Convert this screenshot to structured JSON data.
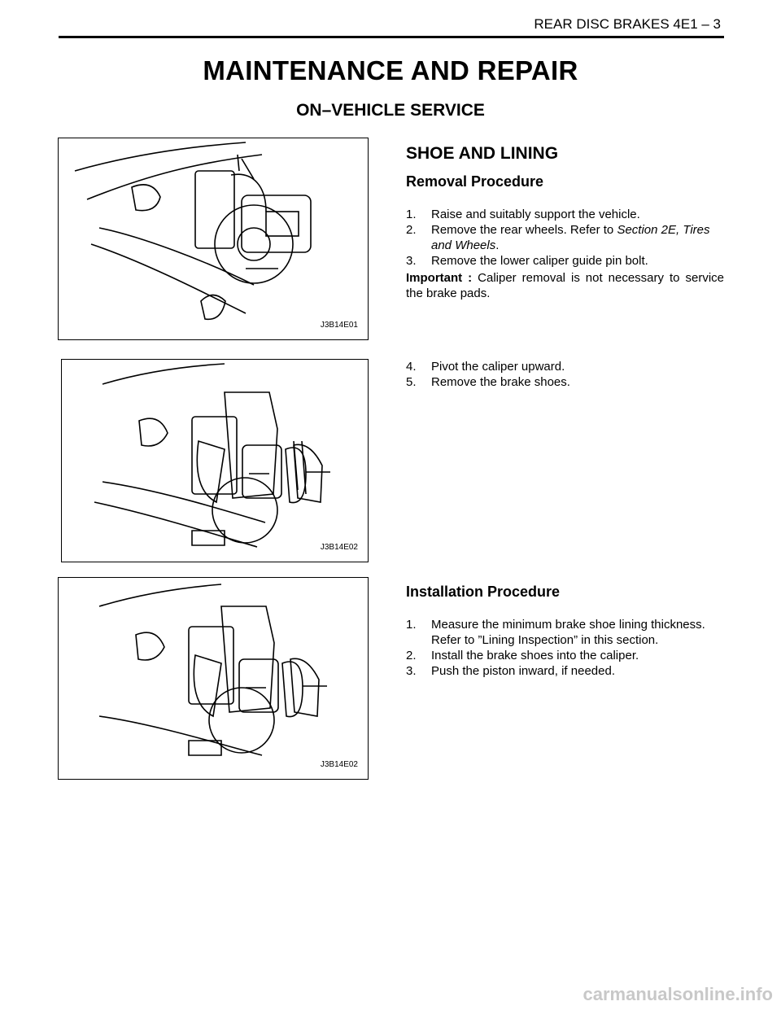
{
  "header": {
    "running_title": "REAR DISC BRAKES  4E1 – 3"
  },
  "title": "MAINTENANCE AND REPAIR",
  "subtitle": "ON–VEHICLE SERVICE",
  "section": {
    "heading": "SHOE AND LINING",
    "removal": {
      "heading": "Removal Procedure",
      "steps": [
        {
          "num": "1.",
          "text": "Raise and suitably support the vehicle."
        },
        {
          "num": "2.",
          "text": "Remove the rear wheels. Refer to ",
          "ref": "Section 2E, Tires and Wheels",
          "end": "."
        },
        {
          "num": "3.",
          "text": "Remove the lower caliper guide pin bolt."
        }
      ],
      "note_label": "Important :",
      "note_text": " Caliper removal is not necessary to service the brake pads.",
      "steps2": [
        {
          "num": "4.",
          "text": "Pivot the caliper upward."
        },
        {
          "num": "5.",
          "text": "Remove the brake shoes."
        }
      ]
    },
    "installation": {
      "heading": "Installation Procedure",
      "steps": [
        {
          "num": "1.",
          "text": "Measure the minimum brake shoe lining thickness. Refer to ”Lining Inspection”  in this section."
        },
        {
          "num": "2.",
          "text": "Install the brake shoes into the caliper."
        },
        {
          "num": "3.",
          "text": "Push the piston inward, if needed."
        }
      ]
    }
  },
  "figures": [
    {
      "label": "J3B14E01"
    },
    {
      "label": "J3B14E02"
    },
    {
      "label": "J3B14E02"
    }
  ],
  "watermark": "carmanualsonline.info"
}
